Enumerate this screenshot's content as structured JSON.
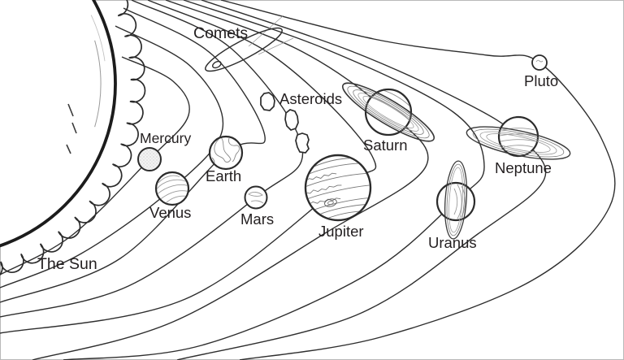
{
  "scene": {
    "background": "#ffffff",
    "border_color": "#b9b9b9",
    "ink_color": "#231f20",
    "detail_color": "#8a8a8a"
  },
  "sun": {
    "label": "The Sun"
  },
  "belts": {
    "comets_label": "Comets",
    "asteroids_label": "Asteroids"
  },
  "planets": [
    {
      "id": "mercury",
      "label": "Mercury"
    },
    {
      "id": "venus",
      "label": "Venus"
    },
    {
      "id": "earth",
      "label": "Earth"
    },
    {
      "id": "mars",
      "label": "Mars"
    },
    {
      "id": "jupiter",
      "label": "Jupiter"
    },
    {
      "id": "saturn",
      "label": "Saturn"
    },
    {
      "id": "uranus",
      "label": "Uranus"
    },
    {
      "id": "neptune",
      "label": "Neptune"
    },
    {
      "id": "pluto",
      "label": "Pluto"
    }
  ]
}
